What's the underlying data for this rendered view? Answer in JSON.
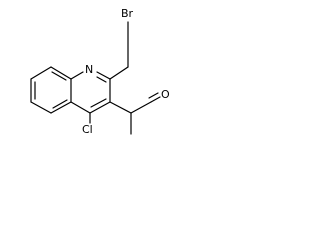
{
  "molecule": {
    "atoms": {
      "nitrogen": "N",
      "bromine": "Br",
      "oxygen": "O",
      "chlorine": "Cl"
    }
  }
}
